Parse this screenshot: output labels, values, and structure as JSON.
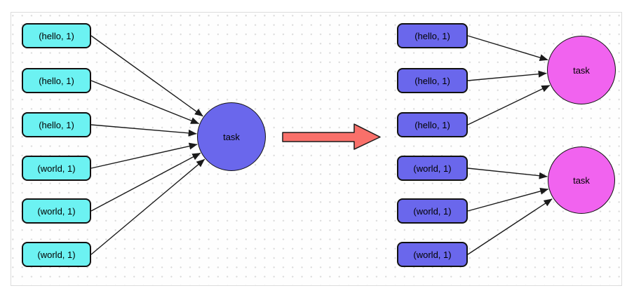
{
  "before": {
    "inputs": [
      "(hello, 1)",
      "(hello, 1)",
      "(hello, 1)",
      "(world, 1)",
      "(world, 1)",
      "(world, 1)"
    ],
    "task_label": "task"
  },
  "after": {
    "inputs": [
      "(hello, 1)",
      "(hello, 1)",
      "(hello, 1)",
      "(world, 1)",
      "(world, 1)",
      "(world, 1)"
    ],
    "hello_task_label": "task",
    "world_task_label": "task"
  },
  "colors": {
    "before_input_fill": "#6cf2f2",
    "after_input_fill": "#6a67ec",
    "before_task_fill": "#6a67ec",
    "after_task_fill": "#f163ef",
    "transform_arrow_fill": "#f9706a",
    "edge_stroke": "#1a1a1a",
    "grid_dot": "#d9d9d9",
    "canvas_border": "#dcdcdc"
  }
}
